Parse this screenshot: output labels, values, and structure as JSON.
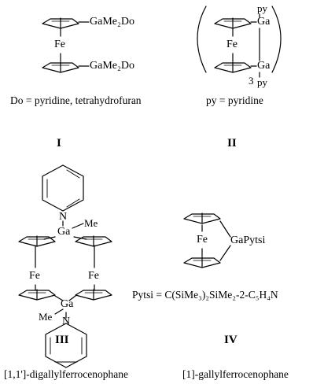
{
  "compound_I": {
    "substituent_top": "GaMe₂Do",
    "substituent_bottom": "GaMe₂Do",
    "metal": "Fe",
    "definition": "Do = pyridine, tetrahydrofuran",
    "numeral": "I"
  },
  "compound_II": {
    "py_top": "py",
    "ga_top": "Ga",
    "metal": "Fe",
    "ga_bottom": "Ga",
    "subscript": "3",
    "py_bottom": "py",
    "definition": "py = pyridine",
    "numeral": "II"
  },
  "compound_III": {
    "n_top": "N",
    "ga_top": "Ga",
    "me_top": "Me",
    "fe_left": "Fe",
    "fe_right": "Fe",
    "ga_bottom": "Ga",
    "me_bottom": "Me",
    "n_bottom": "N",
    "numeral": "III",
    "name": "[1,1']-digallylferrocenophane"
  },
  "compound_IV": {
    "metal": "Fe",
    "substituent": "GaPytsi",
    "definition": "Pytsi = C(SiMe₃)₂SiMe₂-2-C₅H₄N",
    "numeral": "IV",
    "name": "[1]-gallylferrocenophane"
  }
}
